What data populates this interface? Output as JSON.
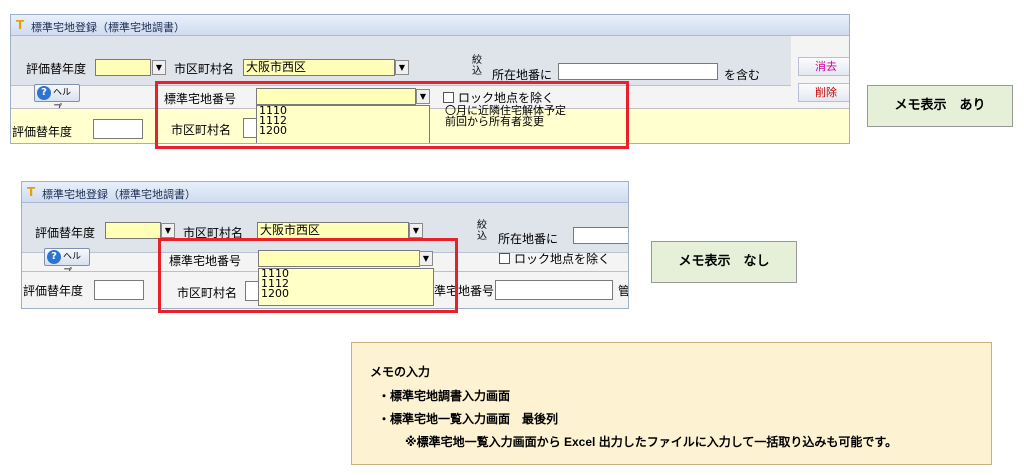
{
  "shot1": {
    "window_title": "標準宅地登録（標準宅地調書）",
    "eval_year_label": "評価替年度",
    "eval_year_value": "",
    "city_label": "市区町村名",
    "city_value": "大阪市西区",
    "filter_label": "絞込",
    "location_label": "所在地番に",
    "location_value": "",
    "contains_label": "を含む",
    "clear_button": "消去",
    "delete_button": "削除",
    "help_button": "ヘルプ",
    "std_land_no_label": "標準宅地番号",
    "std_land_no_value": "",
    "exclude_lock_label": "ロック地点を除く",
    "eval_year_row_label": "評価替年度",
    "city_row_label": "市区町村名",
    "options": [
      "1110",
      "1112",
      "1200"
    ],
    "memo_lines": [
      "〇月に近隣住宅解体予定",
      "前回から所有者変更"
    ]
  },
  "shot1_caption": "メモ表示　あり",
  "shot2": {
    "window_title": "標準宅地登録（標準宅地調書）",
    "eval_year_label": "評価替年度",
    "eval_year_value": "",
    "city_label": "市区町村名",
    "city_value": "大阪市西区",
    "filter_label": "絞込",
    "location_label": "所在地番に",
    "location_value": "",
    "help_button": "ヘルプ",
    "std_land_no_label": "標準宅地番号",
    "std_land_no_value": "",
    "exclude_lock_label": "ロック地点を除く",
    "eval_year_row_label": "評価替年度",
    "city_row_label": "市区町村名",
    "std_land_no_row_label": "標準宅地番号",
    "trailing_label": "管",
    "options": [
      "1110",
      "1112",
      "1200"
    ]
  },
  "shot2_caption": "メモ表示　なし",
  "memo_info": {
    "heading": "メモの入力",
    "line1": "・標準宅地調書入力画面",
    "line2": "・標準宅地一覧入力画面　最後列",
    "line3": "※標準宅地一覧入力画面から Excel 出力したファイルに入力して一括取り込みも可能です。"
  },
  "colors": {
    "highlight_red": "#e8202a",
    "input_yellow": "#ffffb8",
    "caption_green": "#e6f0d8",
    "info_box": "#fdf2d2",
    "clear_text": "#d000a0",
    "delete_text": "#c00000"
  }
}
